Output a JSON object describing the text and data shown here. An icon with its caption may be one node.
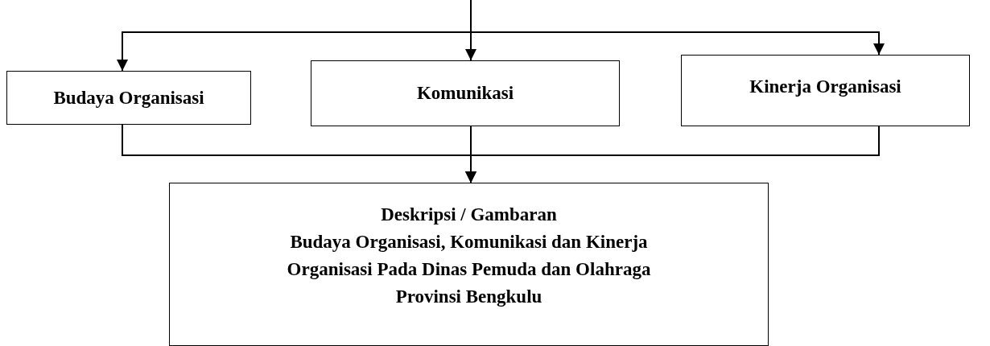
{
  "diagram": {
    "nodes": [
      {
        "text": [
          "Budaya Organisasi"
        ]
      },
      {
        "text": [
          "Komunikasi"
        ]
      },
      {
        "text": [
          "Kinerja Organisasi"
        ]
      },
      {
        "text": [
          "Deskripsi / Gambaran",
          "Budaya Organisasi, Komunikasi dan Kinerja Organisasi Pada Dinas Pemuda dan Olahraga Provinsi Bengkulu"
        ]
      }
    ],
    "edges": [
      {
        "from": null,
        "to": 0,
        "arrow": "to"
      },
      {
        "from": null,
        "to": 1,
        "arrow": "to"
      },
      {
        "from": null,
        "to": 2,
        "arrow": "to"
      },
      {
        "from": 0,
        "to": 3,
        "arrow": "to"
      },
      {
        "from": 1,
        "to": 3,
        "arrow": "to"
      },
      {
        "from": 2,
        "to": 3,
        "arrow": "to"
      }
    ]
  }
}
